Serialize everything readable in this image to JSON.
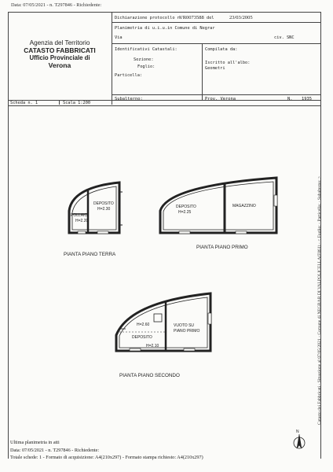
{
  "top_line": "Data: 07/05/2021 - n. T297846 - Richiedente:",
  "agency": {
    "line1": "Agenzia del Territorio",
    "line2": "CATASTO FABBRICATI",
    "line3": "Ufficio Provinciale di",
    "line4": "Verona"
  },
  "header": {
    "protocol_label": "Dichiarazione protocollo n.",
    "protocol_number": "VR0073588",
    "protocol_del": "del",
    "protocol_date": "23/03/2005",
    "planimetria": "Planimetria di u.i.u.in Comune di Negrar",
    "via_label": "Via",
    "civ": "civ. SNC",
    "ident_label": "Identificativi Catastali:",
    "sezione": "Sezione:",
    "foglio": "Foglio:",
    "particella": "Particella:",
    "subalterno": "Subalterno:",
    "compilata": "Compilata da:",
    "iscritto": "Iscritto all'albo:",
    "geometri": "Geometri",
    "prov": "Prov. Verona",
    "n_label": "N.",
    "n_value": "1935",
    "scheda": "Scheda n. 1",
    "scala": "Scala 1:200"
  },
  "plans": {
    "ground": {
      "title": "PIANTA PIANO TERRA",
      "room1": "DEPOSITO",
      "room1_h": "H=2.30",
      "room2": "POLLAIO",
      "room2_h": "H=2.20"
    },
    "first": {
      "title": "PIANTA PIANO PRIMO",
      "room1": "DEPOSITO",
      "room1_h": "H=2.25",
      "room2": "MAGAZZINO"
    },
    "second": {
      "title": "PIANTA PIANO SECONDO",
      "h1": "H=2.60",
      "room1": "DEPOSITO",
      "h2": "H=2.10",
      "void_1": "VUOTO SU",
      "void_2": "PIANO PRIMO"
    },
    "north": "N"
  },
  "footer": {
    "ultima": "Ultima planimetria in atti",
    "line2": "Data: 07/05/2021 - n. T297846 - Richiedente:",
    "line3": "Totale schede: 1 - Formato di acquisizione: A4(210x297) - Formato stampa richiesto: A4(210x297)"
  },
  "side_text": "Catasto dei Fabbricati - Situazione al 07/05/2021 - Comune di NEGRAR DI VALPOLICELLA(F861) - < Foglio: - Particella: - Subalterno: >"
}
